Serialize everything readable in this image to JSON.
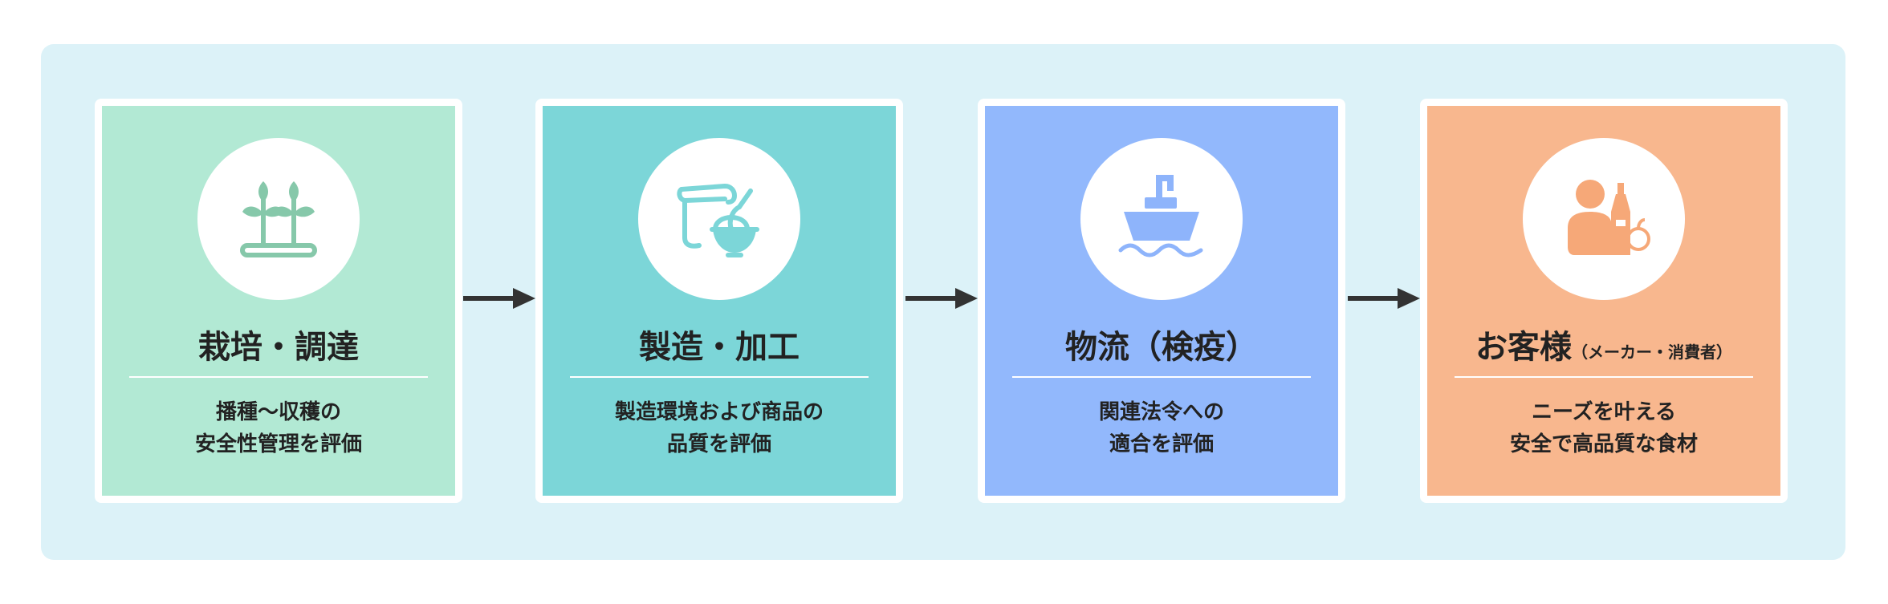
{
  "colors": {
    "panel_bg": "#dcf2f8",
    "card_border": "#ffffff",
    "stage1": "#b2e9d4",
    "stage2": "#7cd6d8",
    "stage3": "#92b8fc",
    "stage4": "#f8b78e",
    "icon1": "#86c8aa",
    "icon2": "#7cd6d8",
    "icon3": "#8eb4fb",
    "icon4": "#f6a878",
    "arrow": "#333333",
    "text": "#222222"
  },
  "steps": [
    {
      "icon": "sprout-icon",
      "title": "栽培・調達",
      "subtitle": "",
      "lines": [
        "播種〜収穫の",
        "安全性管理を評価"
      ]
    },
    {
      "icon": "cooking-bowl-icon",
      "title": "製造・加工",
      "subtitle": "",
      "lines": [
        "製造環境および商品の",
        "品質を評価"
      ]
    },
    {
      "icon": "ship-icon",
      "title": "物流（検疫）",
      "subtitle": "",
      "lines": [
        "関連法令への",
        "適合を評価"
      ]
    },
    {
      "icon": "customer-icon",
      "title": "お客様",
      "subtitle": "（メーカー・消費者）",
      "lines": [
        "ニーズを叶える",
        "安全で高品質な食材"
      ]
    }
  ],
  "arrows": [
    "arrow-right-icon",
    "arrow-right-icon",
    "arrow-right-icon"
  ]
}
